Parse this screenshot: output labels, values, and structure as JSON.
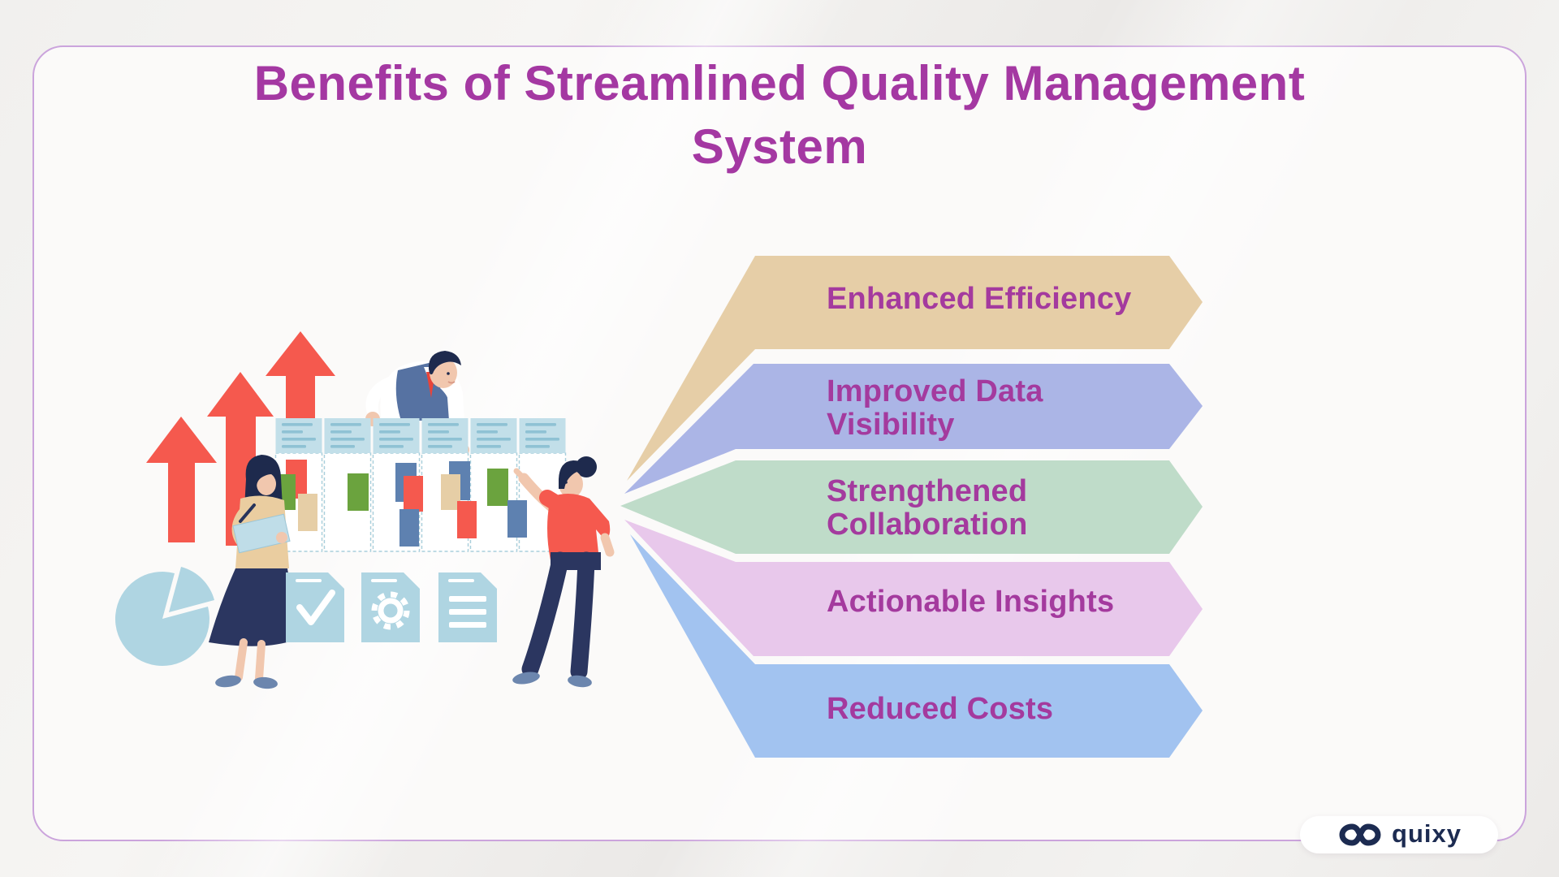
{
  "title": {
    "text": "Benefits of Streamlined Quality Management System"
  },
  "benefits": [
    {
      "line1": "Enhanced Efficiency",
      "line2": "",
      "color": "#e6cea7"
    },
    {
      "line1": "Improved Data",
      "line2": "Visibility",
      "color": "#abb5e6"
    },
    {
      "line1": "Strengthened",
      "line2": "Collaboration",
      "color": "#bfdcc9"
    },
    {
      "line1": "Actionable Insights",
      "line2": "",
      "color": "#e8c8eb"
    },
    {
      "line1": "Reduced Costs",
      "line2": "",
      "color": "#a2c3f0"
    }
  ],
  "logo": {
    "text": "quixy"
  },
  "icons": {
    "pie_chart": "pie-chart-icon",
    "document_check": "document-check-icon",
    "document_gear": "document-gear-icon",
    "document_lines": "document-lines-icon",
    "growth_arrows": "growth-arrows-icon",
    "infinity": "infinity-icon"
  },
  "colors": {
    "title_text": "#a438a2",
    "banner_text": "#a43a9e",
    "card_border": "#cba4dc",
    "illustration_red": "#f5594e",
    "illustration_lightblue": "#b8d9e5",
    "logo_navy": "#1c2b51"
  }
}
